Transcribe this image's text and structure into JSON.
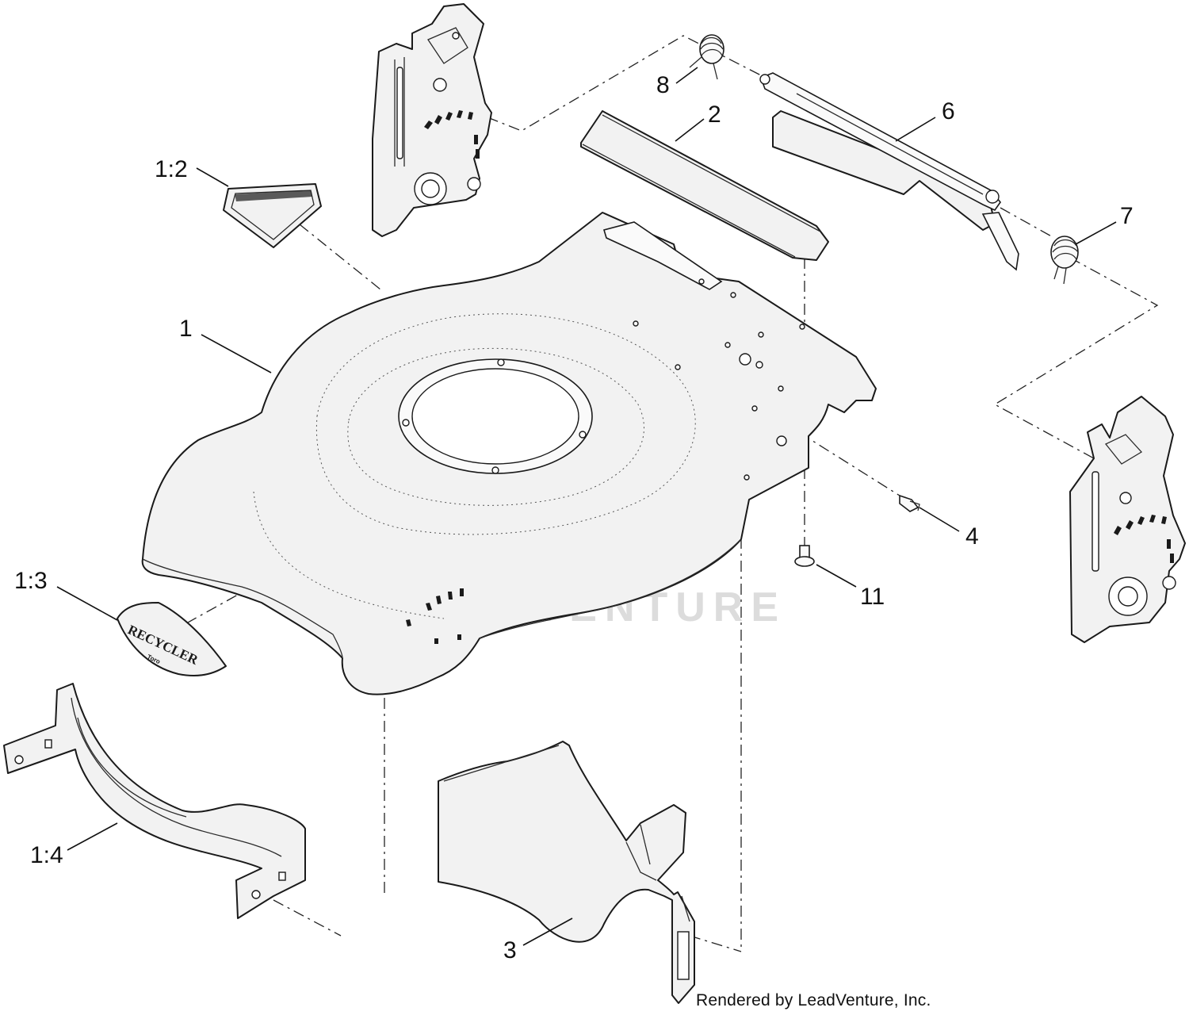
{
  "diagram": {
    "callouts": {
      "c1": "1",
      "c1_2": "1:2",
      "c1_3": "1:3",
      "c1_4": "1:4",
      "c2": "2",
      "c3": "3",
      "c4": "4",
      "c6": "6",
      "c7": "7",
      "c8": "8",
      "c11": "11"
    },
    "decal": {
      "brand": "RECYCLER",
      "sub": "Toro"
    },
    "watermark": "LEADVENTURE",
    "footer": "Rendered by LeadVenture, Inc."
  }
}
